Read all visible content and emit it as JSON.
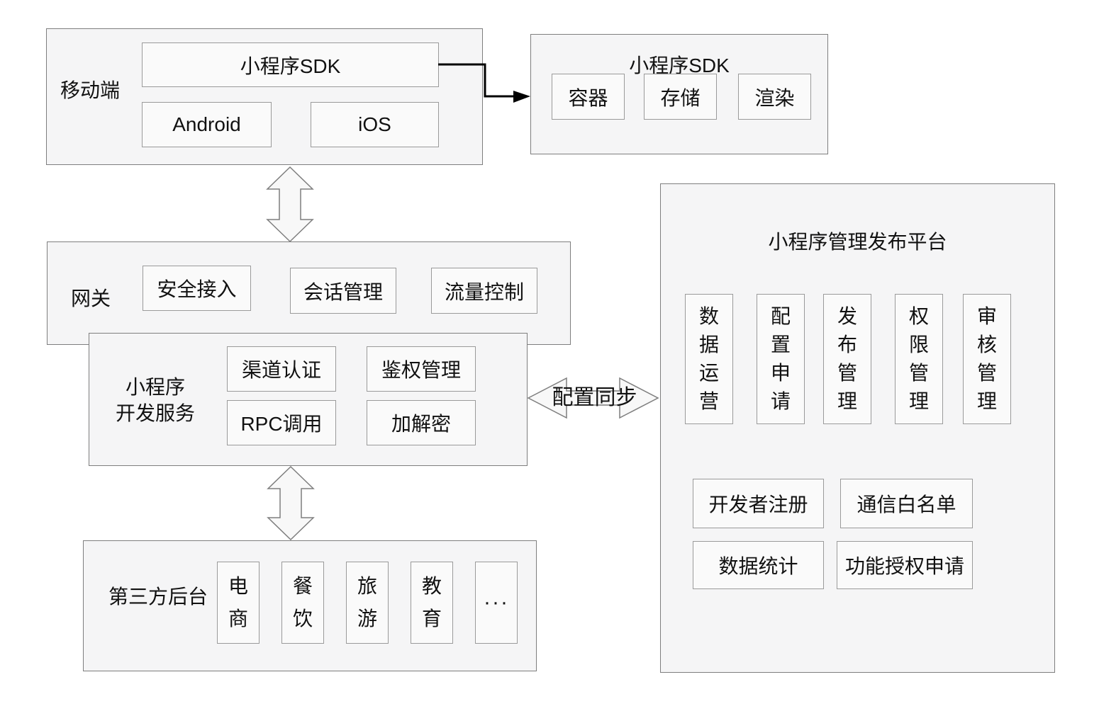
{
  "mobile": {
    "label": "移动端",
    "sdk": "小程序SDK",
    "platforms": [
      "Android",
      "iOS"
    ]
  },
  "sdk_detail": {
    "title": "小程序SDK",
    "items": [
      "容器",
      "存储",
      "渲染"
    ]
  },
  "gateway": {
    "label": "网关",
    "items": [
      "安全接入",
      "会话管理",
      "流量控制"
    ]
  },
  "dev_service": {
    "label_line1": "小程序",
    "label_line2": "开发服务",
    "items": [
      "渠道认证",
      "鉴权管理",
      "RPC调用",
      "加解密"
    ]
  },
  "third_party": {
    "label": "第三方后台",
    "items": [
      "电商",
      "餐饮",
      "旅游",
      "教育",
      "···"
    ]
  },
  "platform": {
    "title": "小程序管理发布平台",
    "vertical_items": [
      "数据运营",
      "配置申请",
      "发布管理",
      "权限管理",
      "审核管理"
    ],
    "grid_items": [
      "开发者注册",
      "通信白名单",
      "数据统计",
      "功能授权申请"
    ]
  },
  "sync_arrow_label": "配置同步",
  "colors": {
    "box_fill": "#f5f5f6",
    "inner_fill": "#fafafa",
    "outer_border": "#7e7e7e",
    "inner_border": "#9a9a9a",
    "arrow_fill": "#f8f8f8",
    "connector": "#000000",
    "text": "#111111"
  }
}
